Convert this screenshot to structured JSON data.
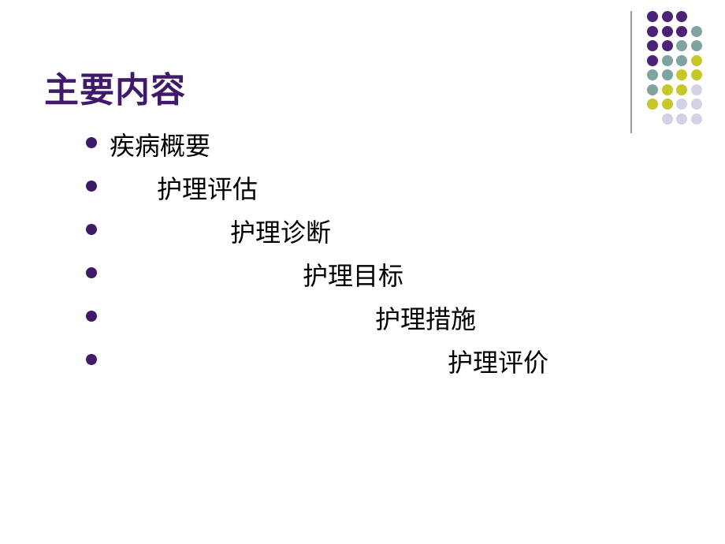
{
  "slide": {
    "title": "主要内容",
    "bullets": [
      {
        "text": "疾病概要"
      },
      {
        "text": "护理评估"
      },
      {
        "text": "护理诊断"
      },
      {
        "text": "护理目标"
      },
      {
        "text": "护理措施"
      },
      {
        "text": "护理评价"
      }
    ],
    "colors": {
      "title": "#3f1a6b",
      "bullet": "#3f1a6b",
      "dot_purple": "#4b2275",
      "dot_teal": "#7fa3a0",
      "dot_olive": "#c7c72c",
      "dot_lavender": "#d3d1e6",
      "divider": "#9a9a9a"
    },
    "decoration": {
      "dot_grid_rows": [
        [
          "purple",
          "purple",
          "purple",
          "none"
        ],
        [
          "purple",
          "purple",
          "purple",
          "teal"
        ],
        [
          "purple",
          "purple",
          "teal",
          "teal"
        ],
        [
          "purple",
          "teal",
          "teal",
          "olive"
        ],
        [
          "teal",
          "teal",
          "olive",
          "olive"
        ],
        [
          "teal",
          "olive",
          "olive",
          "lavender"
        ],
        [
          "olive",
          "olive",
          "lavender",
          "lavender"
        ],
        [
          "none",
          "lavender",
          "lavender",
          "lavender"
        ]
      ]
    }
  }
}
